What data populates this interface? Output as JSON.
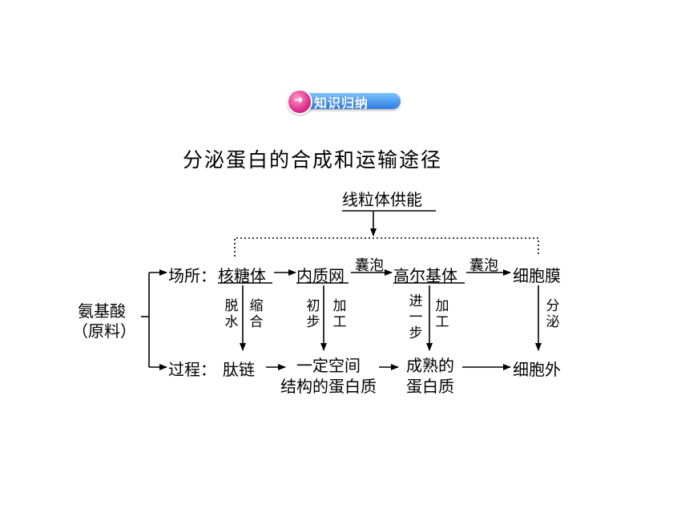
{
  "badge": {
    "label": "知识归纳",
    "icon": "arrow-right-icon"
  },
  "title": "分泌蛋白的合成和运输途径",
  "energy": "线粒体供能",
  "source": {
    "line1": "氨基酸",
    "line2": "（原料）"
  },
  "site_prefix": "场所：",
  "process_prefix": "过程：",
  "sites": [
    "核糖体",
    "内质网",
    "高尔基体",
    "细胞膜"
  ],
  "site_transfers": [
    "囊泡",
    "囊泡"
  ],
  "vertical_steps": [
    {
      "left": "脱水",
      "right": "缩合"
    },
    {
      "left": "初步",
      "right": "加工"
    },
    {
      "left": "进一步",
      "right": "加工"
    },
    {
      "left": "",
      "right": "分泌"
    }
  ],
  "products": [
    {
      "line1": "肽链",
      "line2": ""
    },
    {
      "line1": "一定空间",
      "line2": "结构的蛋白质"
    },
    {
      "line1": "成熟的",
      "line2": "蛋白质"
    },
    {
      "line1": "细胞外",
      "line2": ""
    }
  ],
  "colors": {
    "badge_blue": "#2b7be0",
    "badge_pink": "#d8207e",
    "text": "#000000"
  }
}
